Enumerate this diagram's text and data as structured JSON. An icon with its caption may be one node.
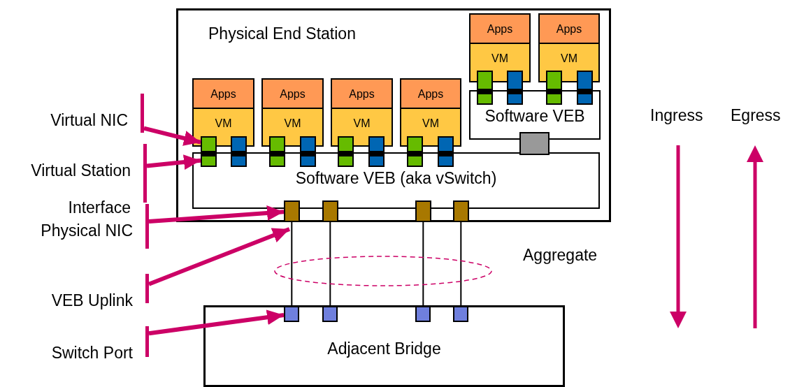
{
  "diagram": {
    "nodes": [
      {
        "text": [
          "Physical End Station"
        ]
      },
      {
        "text": [
          "Apps",
          "VM"
        ],
        "in": 0
      },
      {
        "text": [],
        "shape": "box",
        "in": 0
      },
      {
        "text": [],
        "shape": "box",
        "in": 0
      },
      {
        "text": [
          "Apps",
          "VM"
        ],
        "in": 0
      },
      {
        "text": [],
        "shape": "box",
        "in": 0
      },
      {
        "text": [],
        "shape": "box",
        "in": 0
      },
      {
        "text": [
          "Apps",
          "VM"
        ],
        "in": 0
      },
      {
        "text": [],
        "shape": "box",
        "in": 0
      },
      {
        "text": [],
        "shape": "box",
        "in": 0
      },
      {
        "text": [
          "Apps",
          "VM"
        ],
        "in": 0
      },
      {
        "text": [],
        "shape": "box",
        "in": 0
      },
      {
        "text": [],
        "shape": "box",
        "in": 0
      },
      {
        "text": [
          "Apps",
          "VM"
        ],
        "in": 0
      },
      {
        "text": [],
        "shape": "box",
        "in": 0
      },
      {
        "text": [],
        "shape": "box",
        "in": 0
      },
      {
        "text": [
          "Apps",
          "VM"
        ],
        "in": 0
      },
      {
        "text": [],
        "shape": "box",
        "in": 0
      },
      {
        "text": [],
        "shape": "box",
        "in": 0
      },
      {
        "text": [
          "Software VEB"
        ],
        "in": 0
      },
      {
        "text": [],
        "shape": "box",
        "in": 19
      },
      {
        "text": [],
        "shape": "box",
        "in": 19
      },
      {
        "text": [],
        "shape": "box",
        "in": 19
      },
      {
        "text": [],
        "shape": "box",
        "in": 19
      },
      {
        "text": [],
        "shape": "box",
        "in": 0
      },
      {
        "text": [
          "Software VEB (aka vSwitch)"
        ],
        "in": 0
      },
      {
        "text": [],
        "shape": "box",
        "in": 25
      },
      {
        "text": [],
        "shape": "box",
        "in": 25
      },
      {
        "text": [],
        "shape": "box",
        "in": 25
      },
      {
        "text": [],
        "shape": "box",
        "in": 25
      },
      {
        "text": [],
        "shape": "box",
        "in": 25
      },
      {
        "text": [],
        "shape": "box",
        "in": 25
      },
      {
        "text": [],
        "shape": "box",
        "in": 25
      },
      {
        "text": [],
        "shape": "box",
        "in": 25
      },
      {
        "text": [],
        "shape": "box",
        "in": 0
      },
      {
        "text": [],
        "shape": "box",
        "in": 0
      },
      {
        "text": [],
        "shape": "box",
        "in": 0
      },
      {
        "text": [],
        "shape": "box",
        "in": 0
      },
      {
        "text": [
          "Adjacent Bridge"
        ]
      },
      {
        "text": [],
        "shape": "box",
        "in": 38
      },
      {
        "text": [],
        "shape": "box",
        "in": 38
      },
      {
        "text": [],
        "shape": "box",
        "in": 38
      },
      {
        "text": [],
        "shape": "box",
        "in": 38
      },
      {
        "text": [
          "Virtual NIC"
        ]
      },
      {
        "text": [
          "Virtual Station Interface"
        ]
      },
      {
        "text": [
          "Physical NIC"
        ]
      },
      {
        "text": [
          "VEB Uplink"
        ]
      },
      {
        "text": [
          "Switch Port"
        ]
      }
    ],
    "edges": [
      {
        "from": 43,
        "to": 8,
        "arrow": "to"
      },
      {
        "from": 44,
        "to": 26,
        "arrow": "to"
      },
      {
        "from": 45,
        "to": 34,
        "arrow": "to"
      },
      {
        "from": 46,
        "to": 34,
        "arrow": "to"
      },
      {
        "from": 47,
        "to": 39,
        "arrow": "to"
      },
      {
        "from": 34,
        "to": 39,
        "arrow": "none",
        "color": "#000000"
      },
      {
        "from": 35,
        "to": 40,
        "arrow": "none",
        "color": "#000000"
      },
      {
        "from": 36,
        "to": 41,
        "arrow": "none",
        "color": "#000000"
      },
      {
        "from": 37,
        "to": 42,
        "arrow": "none",
        "color": "#000000"
      }
    ],
    "labels": [
      "Ingress",
      "Egress",
      "Aggregate"
    ]
  }
}
